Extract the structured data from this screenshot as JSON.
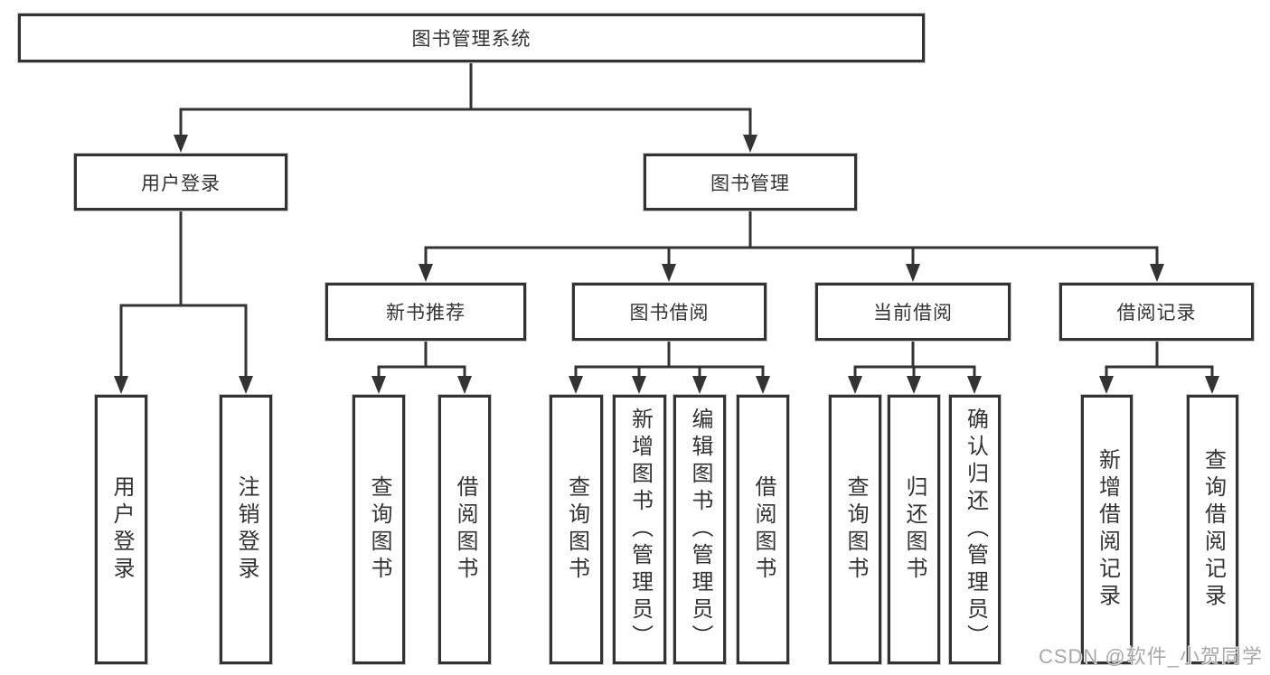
{
  "nodes": {
    "root": {
      "label": "图书管理系统"
    },
    "user_login": {
      "label": "用户登录"
    },
    "book_mgmt": {
      "label": "图书管理"
    },
    "new_book_rec": {
      "label": "新书推荐"
    },
    "book_borrow": {
      "label": "图书借阅"
    },
    "current_borrow": {
      "label": "当前借阅"
    },
    "borrow_records": {
      "label": "借阅记录"
    },
    "leaf_user_login": {
      "label": "用户登录"
    },
    "leaf_logout": {
      "label": "注销登录"
    },
    "leaf_nbr_query": {
      "label": "查询图书"
    },
    "leaf_nbr_borrow": {
      "label": "借阅图书"
    },
    "leaf_bb_query": {
      "label": "查询图书"
    },
    "leaf_bb_add": {
      "label": "新增图书（管理员）"
    },
    "leaf_bb_edit": {
      "label": "编辑图书（管理员）"
    },
    "leaf_bb_borrow": {
      "label": "借阅图书"
    },
    "leaf_cb_query": {
      "label": "查询图书"
    },
    "leaf_cb_return": {
      "label": "归还图书"
    },
    "leaf_cb_confirm": {
      "label": "确认归还（管理员）"
    },
    "leaf_br_add": {
      "label": "新增借阅记录"
    },
    "leaf_br_query": {
      "label": "查询借阅记录"
    }
  },
  "hierarchy": {
    "root": [
      "user_login",
      "book_mgmt"
    ],
    "user_login": [
      "leaf_user_login",
      "leaf_logout"
    ],
    "book_mgmt": [
      "new_book_rec",
      "book_borrow",
      "current_borrow",
      "borrow_records"
    ],
    "new_book_rec": [
      "leaf_nbr_query",
      "leaf_nbr_borrow"
    ],
    "book_borrow": [
      "leaf_bb_query",
      "leaf_bb_add",
      "leaf_bb_edit",
      "leaf_bb_borrow"
    ],
    "current_borrow": [
      "leaf_cb_query",
      "leaf_cb_return",
      "leaf_cb_confirm"
    ],
    "borrow_records": [
      "leaf_br_add",
      "leaf_br_query"
    ]
  },
  "watermark": {
    "text": "CSDN @软件_小贺同学"
  },
  "colors": {
    "line": "#333333",
    "box_border": "#333333",
    "text": "#333333",
    "background": "#ffffff",
    "watermark": "#a3a3a3"
  }
}
